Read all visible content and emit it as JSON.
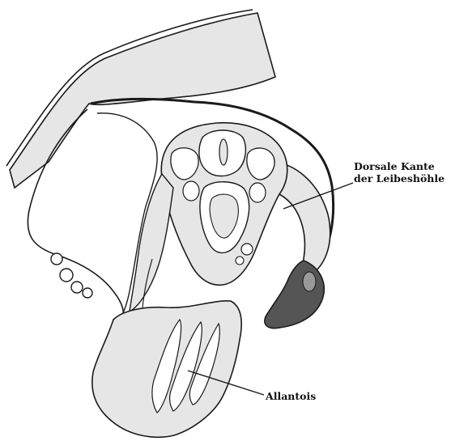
{
  "labels": {
    "dorsal_kante": {
      "line1": "Dorsale Kante",
      "line2": "der Leibeshöhle"
    },
    "allantois": "Allantois"
  },
  "colors": {
    "tissue_fill": "#e6e6e6",
    "dark_fill": "#555555",
    "outline": "#1a1a1a",
    "background": "#ffffff"
  }
}
